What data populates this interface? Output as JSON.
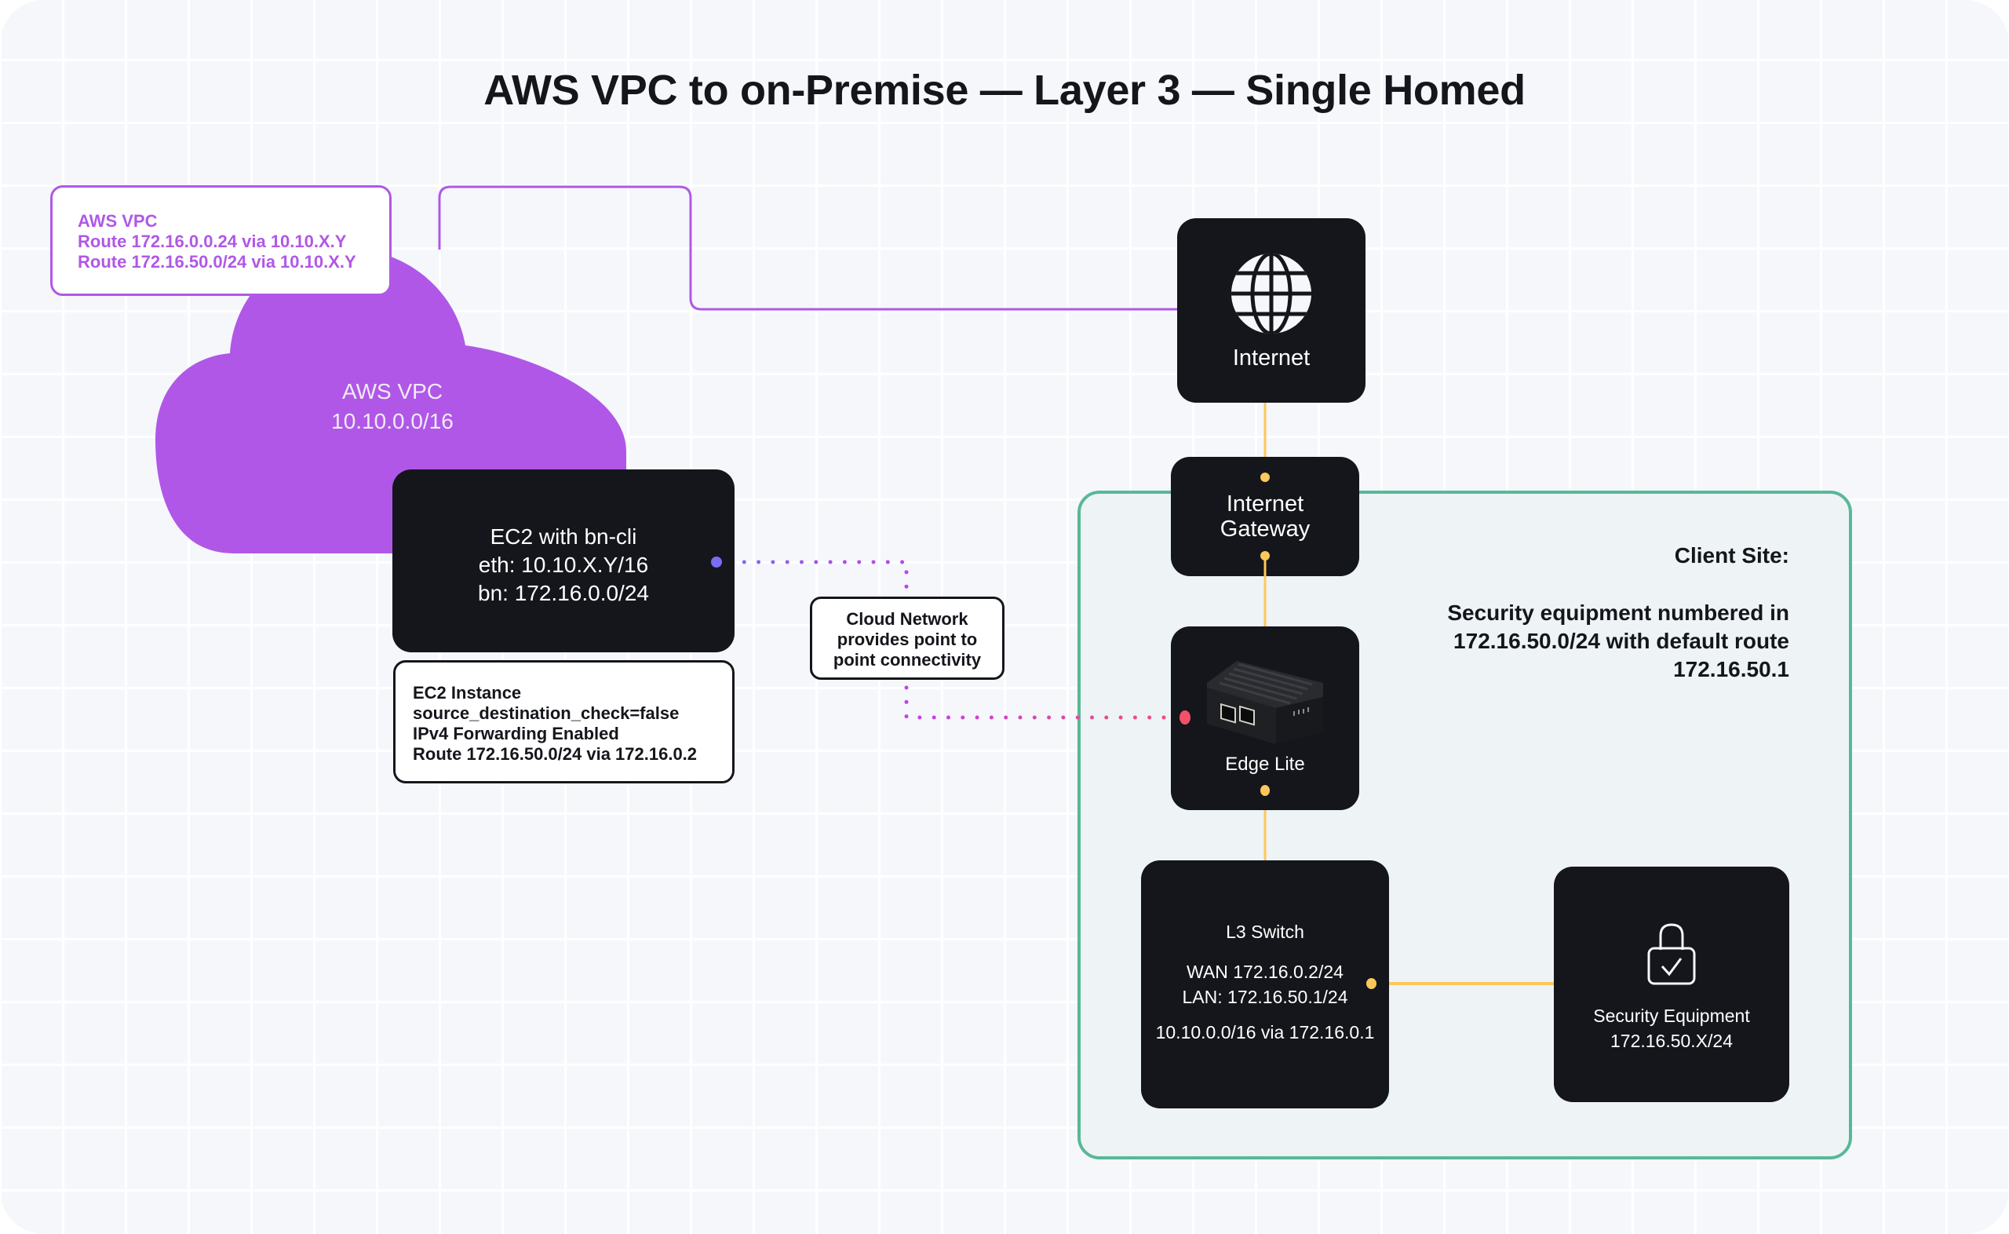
{
  "title": "AWS VPC to on-Premise — Layer 3 — Single Homed",
  "colors": {
    "background": "#f5f7fb",
    "grid": "#ffffff",
    "node": "#14161b",
    "purple": "#b058e6",
    "amber": "#fdc75a",
    "client_border": "#58b896",
    "client_fill": "#eef3f6",
    "dot_start": "#7b6cf6",
    "dot_mid": "#c63ee6",
    "dot_end": "#f5506a"
  },
  "vpc_route_note": {
    "lines": [
      "AWS VPC",
      "Route 172.16.0.0.24 via 10.10.X.Y",
      "Route 172.16.50.0/24 via 10.10.X.Y"
    ]
  },
  "vpc_cloud": {
    "icon": "cloud-icon",
    "lines": [
      "AWS VPC",
      "10.10.0.0/16"
    ]
  },
  "ec2_node": {
    "lines": [
      "EC2 with bn-cli",
      "eth: 10.10.X.Y/16",
      "bn: 172.16.0.0/24"
    ]
  },
  "ec2_note": {
    "lines": [
      "EC2 Instance",
      "source_destination_check=false",
      "IPv4 Forwarding Enabled",
      "Route 172.16.50.0/24 via 172.16.0.2"
    ]
  },
  "cloud_network_note": {
    "lines": [
      "Cloud Network",
      "provides point to",
      "point connectivity"
    ]
  },
  "internet_node": {
    "icon": "globe-icon",
    "label": "Internet"
  },
  "gateway_node": {
    "lines": [
      "Internet",
      "Gateway"
    ]
  },
  "edge_node": {
    "icon": "edge-device-icon",
    "label": "Edge Lite"
  },
  "switch_node": {
    "title": "L3 Switch",
    "wan": "WAN 172.16.0.2/24",
    "lan": "LAN: 172.16.50.1/24",
    "route": "10.10.0.0/16 via 172.16.0.1"
  },
  "security_node": {
    "icon": "lock-check-icon",
    "lines": [
      "Security Equipment",
      "172.16.50.X/24"
    ]
  },
  "client_site": {
    "heading": "Client Site:",
    "description": [
      "Security equipment numbered in",
      "172.16.50.0/24 with default route",
      "172.16.50.1"
    ]
  }
}
